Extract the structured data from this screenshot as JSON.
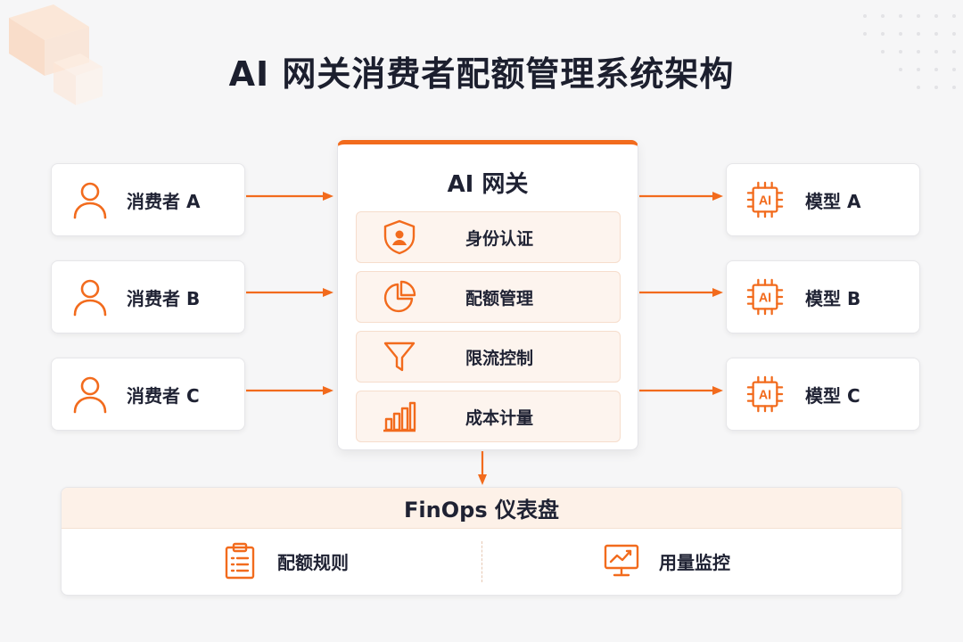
{
  "title": "AI 网关消费者配额管理系统架构",
  "consumers": [
    {
      "label": "消费者 A",
      "icon": "user-icon"
    },
    {
      "label": "消费者 B",
      "icon": "user-icon"
    },
    {
      "label": "消费者 C",
      "icon": "user-icon"
    }
  ],
  "gateway": {
    "title": "AI 网关",
    "features": [
      {
        "label": "身份认证",
        "icon": "shield-user-icon"
      },
      {
        "label": "配额管理",
        "icon": "pie-chart-icon"
      },
      {
        "label": "限流控制",
        "icon": "funnel-icon"
      },
      {
        "label": "成本计量",
        "icon": "bar-chart-icon"
      }
    ]
  },
  "models": [
    {
      "label": "模型 A",
      "icon": "ai-chip-icon",
      "chip_text": "AI"
    },
    {
      "label": "模型 B",
      "icon": "ai-chip-icon",
      "chip_text": "AI"
    },
    {
      "label": "模型 C",
      "icon": "ai-chip-icon",
      "chip_text": "AI"
    }
  ],
  "finops": {
    "title": "FinOps 仪表盘",
    "items": [
      {
        "label": "配额规则",
        "icon": "clipboard-list-icon"
      },
      {
        "label": "用量监控",
        "icon": "monitor-trend-icon"
      }
    ]
  },
  "colors": {
    "accent": "#f26b1d",
    "background": "#f6f6f7",
    "feature_bg": "#fdf4ee",
    "text": "#1f2233"
  }
}
